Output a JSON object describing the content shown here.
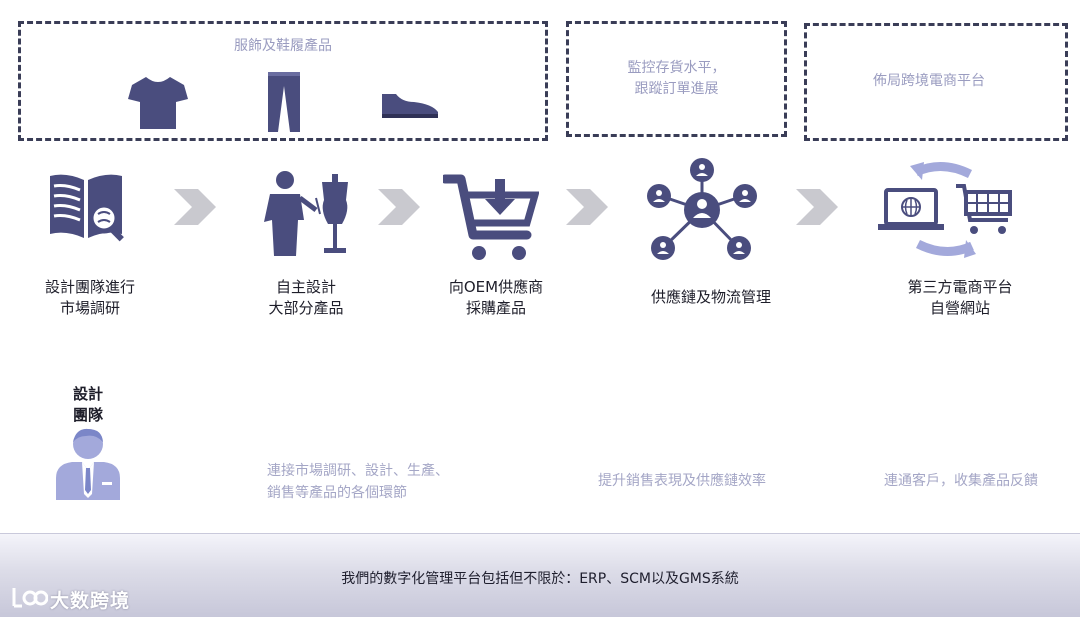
{
  "top_boxes": {
    "apparel": "服飾及鞋履產品",
    "inventory": "監控存貨水平，\n跟蹤訂單進展",
    "platform": "佈局跨境電商平台"
  },
  "icons": {
    "tshirt": "tshirt-icon",
    "trousers": "trousers-icon",
    "shoe": "shoe-icon",
    "research": "book-magnifier-icon",
    "design": "tailor-mannequin-icon",
    "procure": "cart-download-icon",
    "supply": "network-people-icon",
    "ecommerce": "laptop-cart-cycle-icon",
    "arrow": "chevron-right-icon",
    "team": "businessman-icon"
  },
  "steps": [
    {
      "label": "設計團隊進行\n市場調研"
    },
    {
      "label": "自主設計\n大部分產品"
    },
    {
      "label": "向OEM供應商\n採購產品"
    },
    {
      "label": "供應鏈及物流管理"
    },
    {
      "label": "第三方電商平台\n自營網站"
    }
  ],
  "team": {
    "label": "設計\n團隊"
  },
  "sub_labels": {
    "connect": "連接市場調研、設計、生產、\n銷售等產品的各個環節",
    "improve": "提升銷售表現及供應鏈效率",
    "customers": "連通客戶，收集產品反饋"
  },
  "footer": {
    "text": "我們的數字化管理平台包括但不限於：ERP、SCM以及GMS系統"
  },
  "watermark": {
    "text": "大数跨境"
  },
  "colors": {
    "icon": "#4a4d7e",
    "accent": "#7b86c8",
    "arrow": "#c9c9cf",
    "box_text": "#9a9cc0",
    "dash": "#3a3d57"
  }
}
